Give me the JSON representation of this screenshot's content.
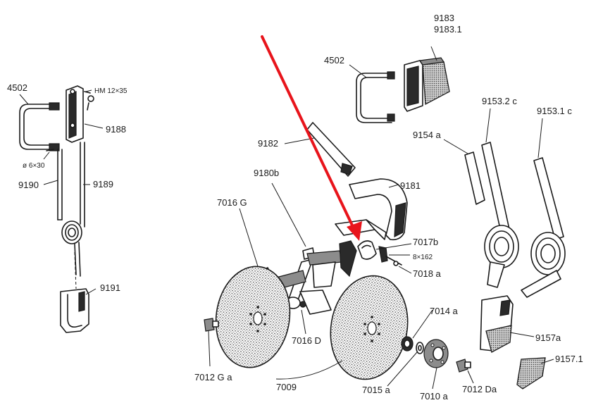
{
  "labels": {
    "p4502_left": "4502",
    "hm_bolt": "HM 12×35",
    "p9188": "9188",
    "pin": "ø 6×30",
    "p9190": "9190",
    "p9189": "9189",
    "p9191": "9191",
    "p9183": "9183",
    "p9183_1": "9183.1",
    "p4502_right": "4502",
    "p9153_2c": "9153.2 c",
    "p9153_1c": "9153.1 c",
    "p9154a": "9154 a",
    "p9182": "9182",
    "p9180b": "9180b",
    "p9181": "9181",
    "p7016G": "7016 G",
    "p7017b": "7017b",
    "p8x162": "8×162",
    "p7018a": "7018 a",
    "p7014a": "7014 a",
    "p7016D": "7016 D",
    "p9157a": "9157a",
    "p9157_1": "9157.1",
    "p7012Ga": "7012 G a",
    "p7009": "7009",
    "p7015a": "7015 a",
    "p7010a": "7010 a",
    "p7012Da": "7012 Da"
  },
  "colors": {
    "ink": "#1a1a1a",
    "pointer_arrow": "#e8141b"
  },
  "pointer_arrow": {
    "points_to": "7017b"
  }
}
